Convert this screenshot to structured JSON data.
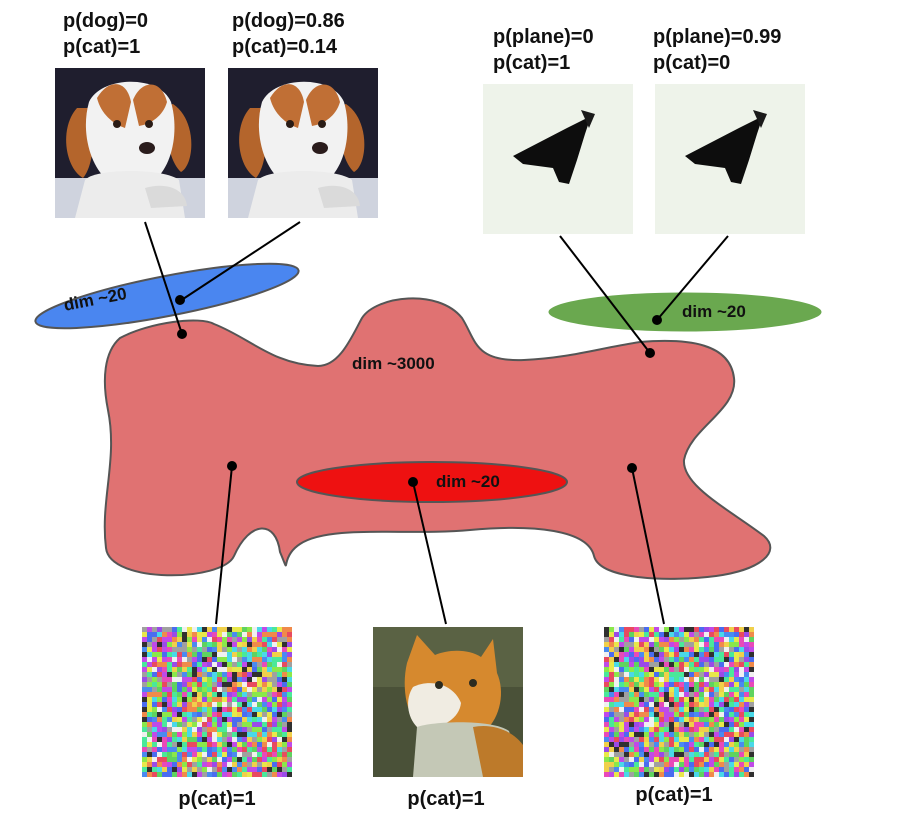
{
  "colors": {
    "manifold_fill": "#e07272",
    "manifold_stroke": "#555555",
    "blue_ellipse": "#4a86f0",
    "green_ellipse": "#6aa84f",
    "red_ellipse": "#ee1111",
    "connector": "#000000"
  },
  "manifold": {
    "label": "dim ~3000"
  },
  "subspaces": {
    "blue": {
      "label": "dim ~20",
      "color_name": "blue"
    },
    "green": {
      "label": "dim ~20",
      "color_name": "green"
    },
    "red": {
      "label": "dim ~20",
      "color_name": "red"
    }
  },
  "top_images": [
    {
      "id": "dog-original",
      "subject": "dog",
      "line1": "p(dog)=0",
      "line2": "p(cat)=1"
    },
    {
      "id": "dog-perturbed",
      "subject": "dog",
      "line1": "p(dog)=0.86",
      "line2": "p(cat)=0.14"
    },
    {
      "id": "plane-original",
      "subject": "plane",
      "line1": "p(plane)=0",
      "line2": "p(cat)=1"
    },
    {
      "id": "plane-perturbed",
      "subject": "plane",
      "line1": "p(plane)=0.99",
      "line2": "p(cat)=0"
    }
  ],
  "bottom_images": [
    {
      "id": "noise-left",
      "subject": "noise",
      "caption": "p(cat)=1"
    },
    {
      "id": "cat-photo",
      "subject": "cat",
      "caption": "p(cat)=1"
    },
    {
      "id": "noise-right",
      "subject": "noise",
      "caption": "p(cat)=1"
    }
  ]
}
